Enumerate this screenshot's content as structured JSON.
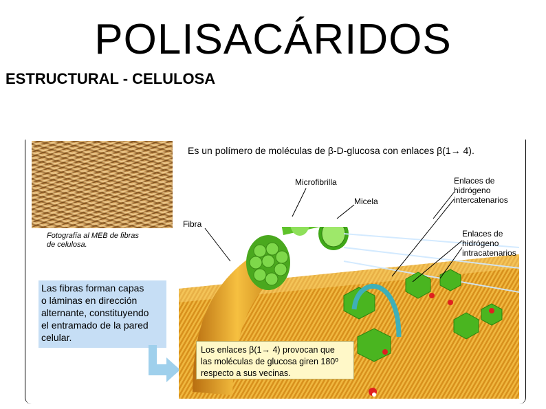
{
  "title": "POLISACÁRIDOS",
  "subtitle": "ESTRUCTURAL - CELULOSA",
  "definition": "Es un polímero de moléculas de β-D-glucosa con enlaces β(1→ 4).",
  "labels": {
    "microfibrilla": "Microfibrilla",
    "micela": "Micela",
    "fibra": "Fibra",
    "enlaces_inter": "Enlaces de\nhidrógeno\nintercatenarios",
    "enlaces_intra": "Enlaces de\nhidrógeno\nintracatenarios"
  },
  "photo_caption": "Fotografía al MEB de fibras\nde celulosa.",
  "fibras_text": "Las fibras forman capas\no láminas en dirección\nalternante, constituyendo\nel entramado de la pared\ncelular.",
  "enlaces_note": "Los enlaces β(1→ 4) provocan que\nlas moléculas de glucosa giren 180º\nrespecto a sus vecinas.",
  "colors": {
    "fiber_orange": "#e8a020",
    "microfibril_green": "#66cc33",
    "glucose_green": "#44bb22",
    "blue_box": "#c6def5",
    "note_box": "#fff8c8"
  }
}
